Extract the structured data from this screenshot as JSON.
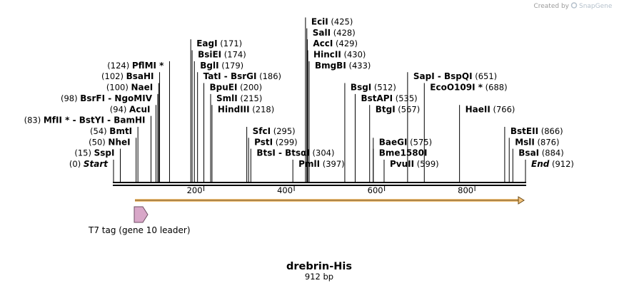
{
  "header": {
    "watermark_prefix": "Created by",
    "watermark_brand": "SnapGene"
  },
  "map": {
    "name": "drebrin-His",
    "length_label": "912 bp",
    "length": 912,
    "ticks": [
      200,
      400,
      600,
      800
    ],
    "feature": {
      "label": "T7 tag (gene 10 leader)",
      "color": "#d8a7c8"
    },
    "orf_color": "#f2c27a",
    "sites": [
      {
        "name": "Start",
        "pos": 0,
        "row": 0,
        "side": "left",
        "italic": true
      },
      {
        "name": "SspI",
        "pos": 15,
        "row": 1,
        "side": "left"
      },
      {
        "name": "NheI",
        "pos": 50,
        "row": 2,
        "side": "left"
      },
      {
        "name": "BmtI",
        "pos": 54,
        "row": 3,
        "side": "left"
      },
      {
        "name": "MfII * - BstYI - BamHI",
        "pos": 83,
        "row": 4,
        "side": "left"
      },
      {
        "name": "AcuI",
        "pos": 94,
        "row": 5,
        "side": "left"
      },
      {
        "name": "BsrFI - NgoMIV",
        "pos": 98,
        "row": 6,
        "side": "left"
      },
      {
        "name": "NaeI",
        "pos": 100,
        "row": 7,
        "side": "left"
      },
      {
        "name": "BsaHI",
        "pos": 102,
        "row": 8,
        "side": "left"
      },
      {
        "name": "PflMI *",
        "pos": 124,
        "row": 9,
        "side": "left"
      },
      {
        "name": "EagI",
        "pos": 171,
        "row": 11,
        "side": "right"
      },
      {
        "name": "BsiEI",
        "pos": 174,
        "row": 10,
        "side": "right"
      },
      {
        "name": "BglI",
        "pos": 179,
        "row": 9,
        "side": "right"
      },
      {
        "name": "TatI - BsrGI",
        "pos": 186,
        "row": 8,
        "side": "right"
      },
      {
        "name": "BpuEI",
        "pos": 200,
        "row": 7,
        "side": "right"
      },
      {
        "name": "SmlI",
        "pos": 215,
        "row": 6,
        "side": "right"
      },
      {
        "name": "HindIII",
        "pos": 218,
        "row": 5,
        "side": "right"
      },
      {
        "name": "SfcI",
        "pos": 295,
        "row": 3,
        "side": "right"
      },
      {
        "name": "PstI",
        "pos": 299,
        "row": 2,
        "side": "right"
      },
      {
        "name": "BtsI - BtsαI",
        "pos": 304,
        "row": 1,
        "side": "right"
      },
      {
        "name": "PmlI",
        "pos": 397,
        "row": 0,
        "side": "right"
      },
      {
        "name": "EciI",
        "pos": 425,
        "row": 13,
        "side": "right"
      },
      {
        "name": "SalI",
        "pos": 428,
        "row": 12,
        "side": "right"
      },
      {
        "name": "AccI",
        "pos": 429,
        "row": 11,
        "side": "right"
      },
      {
        "name": "HincII",
        "pos": 430,
        "row": 10,
        "side": "right"
      },
      {
        "name": "BmgBI",
        "pos": 433,
        "row": 9,
        "side": "right"
      },
      {
        "name": "BsgI",
        "pos": 512,
        "row": 7,
        "side": "right"
      },
      {
        "name": "BstAPI",
        "pos": 535,
        "row": 6,
        "side": "right"
      },
      {
        "name": "BtgI",
        "pos": 567,
        "row": 5,
        "side": "right"
      },
      {
        "name": "BaeGI",
        "pos": 575,
        "row": 2,
        "side": "right"
      },
      {
        "name": "Bme1580I",
        "pos": 575,
        "row": 1,
        "side": "right",
        "no_pos": true
      },
      {
        "name": "PvuII",
        "pos": 599,
        "row": 0,
        "side": "right"
      },
      {
        "name": "SapI - BspQI",
        "pos": 651,
        "row": 8,
        "side": "right"
      },
      {
        "name": "EcoO109I *",
        "pos": 688,
        "row": 7,
        "side": "right"
      },
      {
        "name": "HaeII",
        "pos": 766,
        "row": 5,
        "side": "right"
      },
      {
        "name": "BstEII",
        "pos": 866,
        "row": 3,
        "side": "right"
      },
      {
        "name": "MslI",
        "pos": 876,
        "row": 2,
        "side": "right"
      },
      {
        "name": "BsaI",
        "pos": 884,
        "row": 1,
        "side": "right"
      },
      {
        "name": "End",
        "pos": 912,
        "row": 0,
        "side": "right",
        "italic": true
      }
    ]
  }
}
